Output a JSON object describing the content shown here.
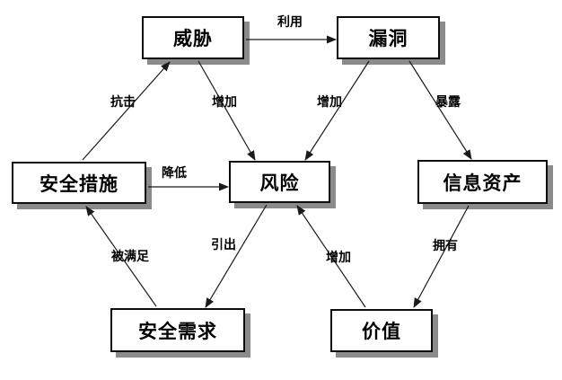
{
  "diagram": {
    "nodes": [
      {
        "id": "threat",
        "label": "威胁"
      },
      {
        "id": "vulnerability",
        "label": "漏洞"
      },
      {
        "id": "security-measures",
        "label": "安全措施"
      },
      {
        "id": "risk",
        "label": "风险"
      },
      {
        "id": "information-assets",
        "label": "信息资产"
      },
      {
        "id": "security-requirements",
        "label": "安全需求"
      },
      {
        "id": "value",
        "label": "价值"
      }
    ],
    "edges": [
      {
        "from": "威胁",
        "to": "漏洞",
        "label": "利用"
      },
      {
        "from": "安全措施",
        "to": "威胁",
        "label": "抗击"
      },
      {
        "from": "威胁",
        "to": "风险",
        "label": "增加"
      },
      {
        "from": "漏洞",
        "to": "风险",
        "label": "增加"
      },
      {
        "from": "漏洞",
        "to": "信息资产",
        "label": "暴露"
      },
      {
        "from": "安全措施",
        "to": "风险",
        "label": "降低"
      },
      {
        "from": "安全需求",
        "to": "安全措施",
        "label": "被满足"
      },
      {
        "from": "风险",
        "to": "安全需求",
        "label": "引出"
      },
      {
        "from": "价值",
        "to": "风险",
        "label": "增加"
      },
      {
        "from": "信息资产",
        "to": "价值",
        "label": "拥有"
      }
    ],
    "colors": {
      "background": "#ffffff",
      "box_fill": "#ffffff",
      "box_border": "#0d0d0d",
      "box_shadow": "#8b8b8b",
      "line": "#1a1a1a",
      "text": "#000000"
    }
  }
}
